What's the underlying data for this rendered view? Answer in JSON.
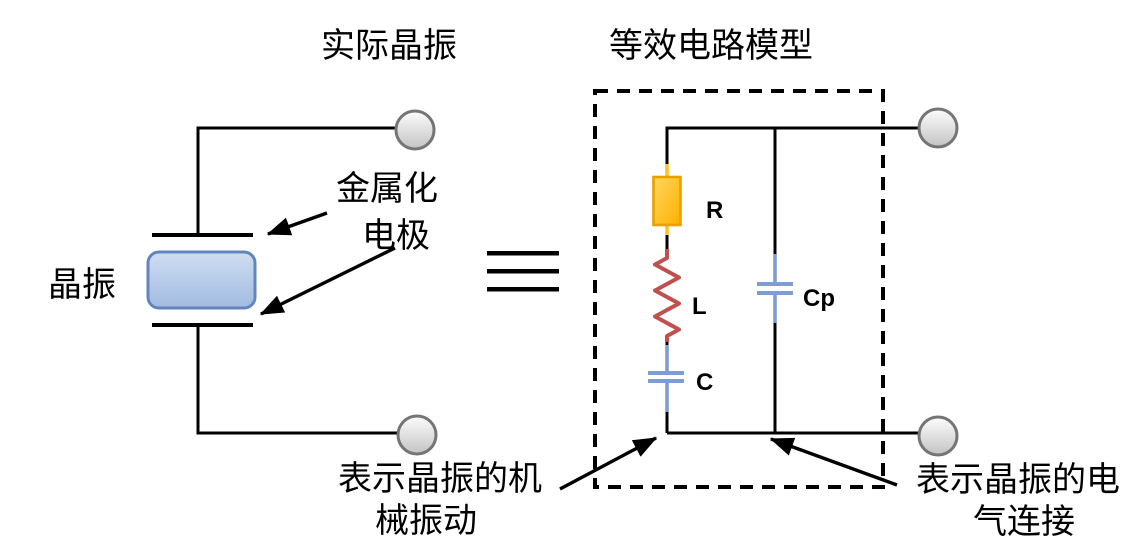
{
  "titles": {
    "actual": "实际晶振",
    "equivalent": "等效电路模型"
  },
  "crystal": {
    "label": "晶振",
    "electrode_line1": "金属化",
    "electrode_line2": "电极"
  },
  "components": {
    "resistor": "R",
    "inductor": "L",
    "capacitor_series": "C",
    "capacitor_parallel": "Cp"
  },
  "notes": {
    "mechanical_line1": "表示晶振的机",
    "mechanical_line2": "械振动",
    "electrical_line1": "表示晶振的电",
    "electrical_line2": "气连接"
  },
  "colors": {
    "wire": "#000000",
    "resistor_fill": "#FFC125",
    "resistor_border": "#E8A200",
    "inductor_stroke": "#C0504D",
    "capacitor_stroke": "#7E9DD1",
    "crystal_fill": "#B7CCEA",
    "crystal_border": "#6286BC",
    "terminal_fill": "#D9D9D9",
    "terminal_border": "#757575"
  }
}
